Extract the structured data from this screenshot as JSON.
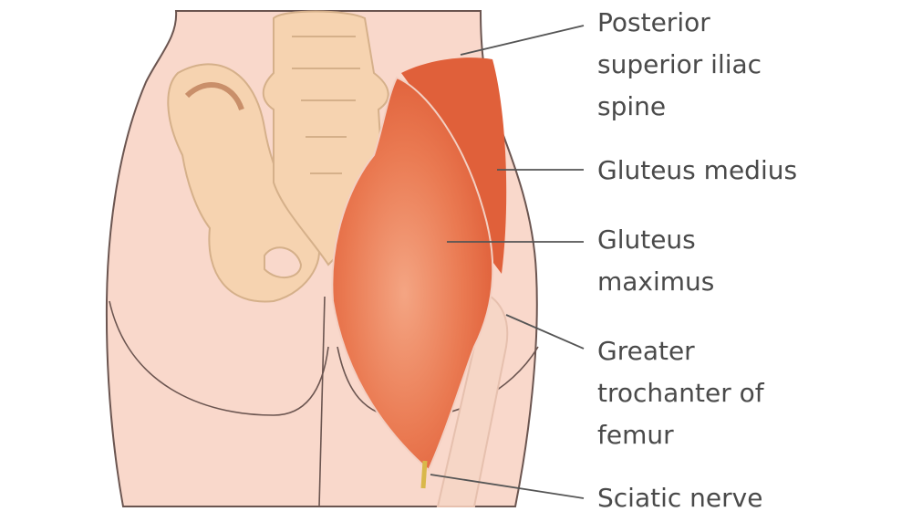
{
  "labels": {
    "psis": [
      "Posterior",
      "superior iliac",
      "spine"
    ],
    "gluteus_medius": [
      "Gluteus medius"
    ],
    "gluteus_maximus": [
      "Gluteus",
      "maximus"
    ],
    "greater_trochanter": [
      "Greater",
      "trochanter of",
      "femur"
    ],
    "sciatic_nerve": [
      "Sciatic nerve"
    ]
  },
  "colors": {
    "skin": "#f9d8cb",
    "bone": "#f6d3b0",
    "muscle": "#e8704a",
    "nerve": "#d9b84a",
    "outline": "#6b5550",
    "leader": "#555555"
  }
}
